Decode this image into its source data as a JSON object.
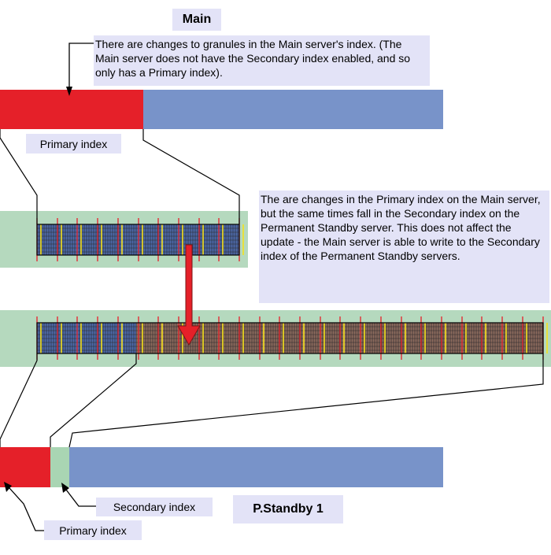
{
  "main_title": "Main",
  "standby_title": "P.Standby 1",
  "note_main": "There are changes to granules in the Main server's index. (The Main server does not have the Secondary index enabled, and so only has a Primary index).",
  "note_standby": "The are changes in the Primary index on the Main server, but the same times fall in the Secondary index on the Permanent Standby server. This does not affect the update - the Main server is able to write to the Secondary index of the Permanent Standby servers.",
  "label_primary_main": "Primary index",
  "label_secondary_standby": "Secondary index",
  "label_primary_standby": "Primary index",
  "colors": {
    "primary_red": "#e52029",
    "index_blue": "#7893c9",
    "secondary_green": "#a9d5b3",
    "panel_green": "#b5d9be",
    "granule_blue": "#4e6aa8",
    "granule_brown": "#8c6b5c",
    "note_bg": "#e3e3f7",
    "marker_yellow": "#f5e11a"
  }
}
